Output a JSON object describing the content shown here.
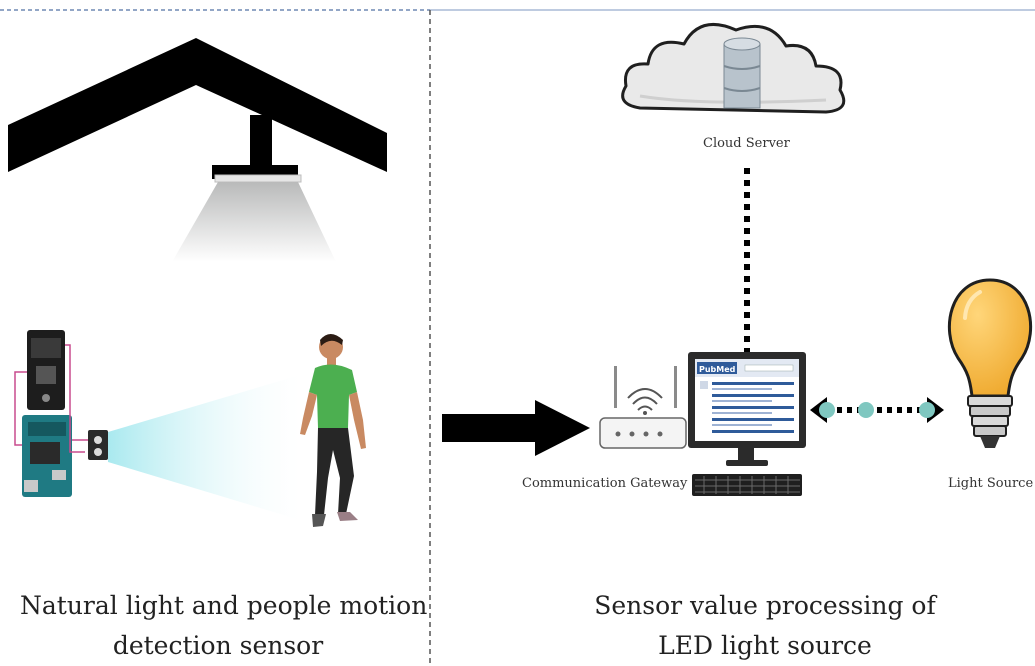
{
  "labels": {
    "cloud_server": "Cloud Server",
    "communication_gateway": "Communication Gateway",
    "light_source": "Light Source",
    "pc_logo": "PubMed"
  },
  "captions": {
    "left_line1": "Natural light and people motion",
    "left_line2": "detection sensor",
    "right_line1": "Sensor value processing of",
    "right_line2": "LED light source"
  },
  "colors": {
    "divider": "#555555",
    "top_border": "#8fa3c4",
    "roof": "#000000",
    "cone": "#cfd0d0",
    "sensor_beam": "#bfeff3",
    "shirt": "#4caf50",
    "pants": "#262626",
    "bulb": "#f6b73c",
    "link_node": "#7fc7c0",
    "monitor": "#2b2b2b",
    "screen_accent": "#2f5b9a"
  }
}
